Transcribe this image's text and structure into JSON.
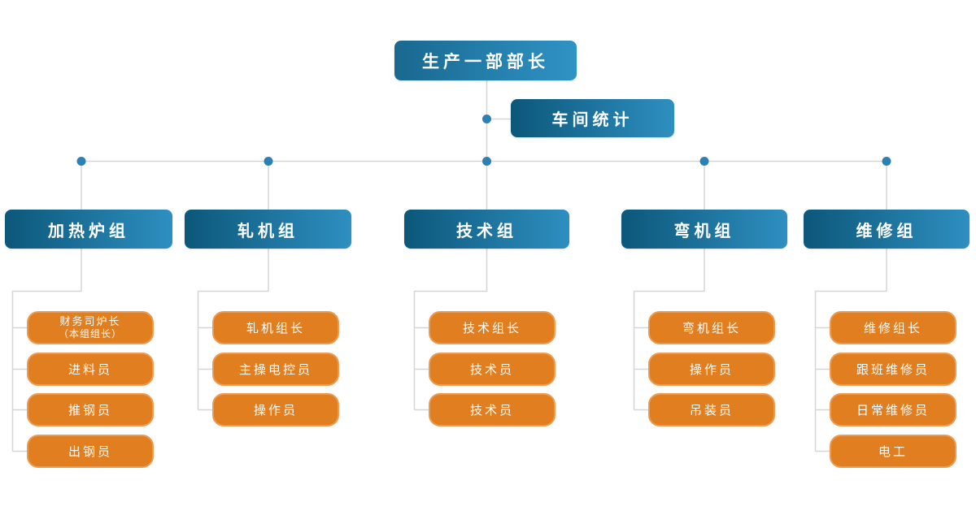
{
  "colors": {
    "blue_gradient_dark": "#0c577a",
    "blue_gradient_light": "#2e8fc0",
    "orange": "#e07e20",
    "connector_line": "#d6d6d6",
    "connector_dot": "#2c80b4"
  },
  "root": {
    "label": "生产一部部长"
  },
  "staff": {
    "label": "车间统计"
  },
  "groups": [
    {
      "name": "加热炉组",
      "members": [
        {
          "label": "财务司炉长",
          "sublabel": "（本组组长）"
        },
        {
          "label": "进料员"
        },
        {
          "label": "推钢员"
        },
        {
          "label": "出钢员"
        }
      ]
    },
    {
      "name": "轧机组",
      "members": [
        {
          "label": "轧机组长"
        },
        {
          "label": "主操电控员"
        },
        {
          "label": "操作员"
        }
      ]
    },
    {
      "name": "技术组",
      "members": [
        {
          "label": "技术组长"
        },
        {
          "label": "技术员"
        },
        {
          "label": "技术员"
        }
      ]
    },
    {
      "name": "弯机组",
      "members": [
        {
          "label": "弯机组长"
        },
        {
          "label": "操作员"
        },
        {
          "label": "吊装员"
        }
      ]
    },
    {
      "name": "维修组",
      "members": [
        {
          "label": "维修组长"
        },
        {
          "label": "跟班维修员"
        },
        {
          "label": "日常维修员"
        },
        {
          "label": "电工"
        }
      ]
    }
  ]
}
